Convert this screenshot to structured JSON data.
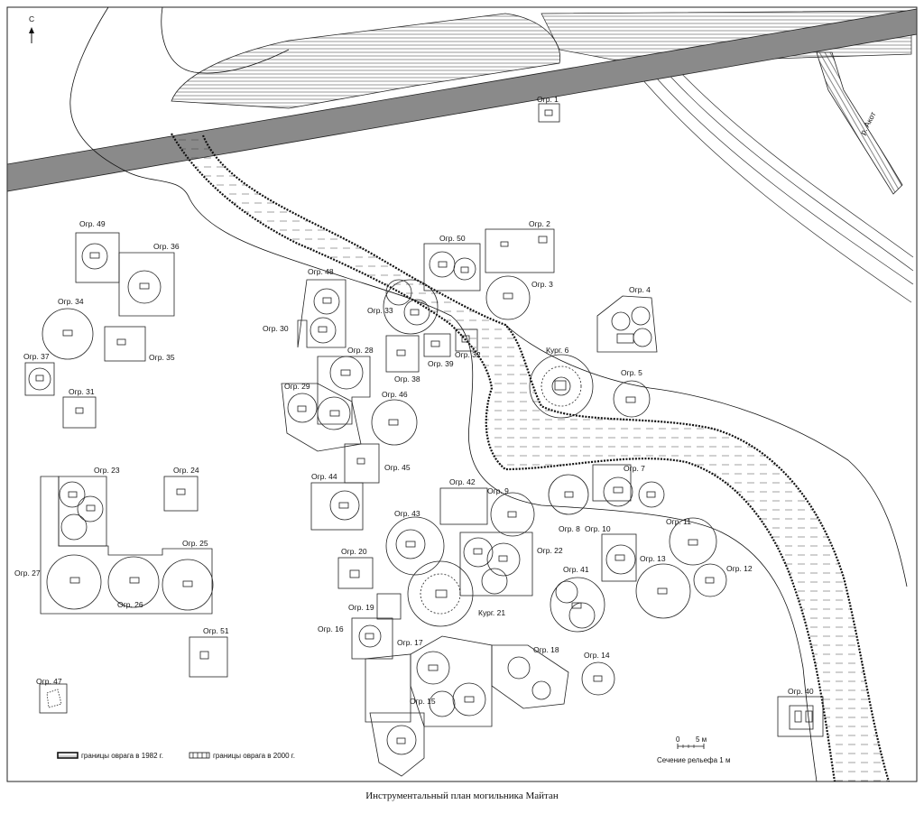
{
  "caption": "Инструментальный план могильника Майтан",
  "north": "С",
  "river": "р. Акот",
  "legend": {
    "gully_1982": "границы оврага в 1982 г.",
    "gully_2000": "границы оврага в 2000 г."
  },
  "scale": {
    "zero": "0",
    "five": "5 м",
    "relief": "Сечение рельефа 1 м"
  },
  "features": {
    "ogr1": "Огр. 1",
    "ogr2": "Огр. 2",
    "ogr3": "Огр. 3",
    "ogr4": "Огр. 4",
    "ogr5": "Огр. 5",
    "kurg6": "Кург. 6",
    "ogr7": "Огр. 7",
    "ogr8": "Огр. 8",
    "ogr9": "Огр. 9",
    "ogr10": "Огр. 10",
    "ogr11": "Огр. 11",
    "ogr12": "Огр. 12",
    "ogr13": "Огр. 13",
    "ogr14": "Огр. 14",
    "ogr15": "Огр. 15",
    "ogr16": "Огр. 16",
    "ogr17": "Огр. 17",
    "ogr18": "Огр. 18",
    "ogr19": "Огр. 19",
    "ogr20": "Огр. 20",
    "kurg21": "Кург. 21",
    "ogr22": "Огр. 22",
    "ogr23": "Огр. 23",
    "ogr24": "Огр. 24",
    "ogr25": "Огр. 25",
    "ogr26": "Огр. 26",
    "ogr27": "Огр. 27",
    "ogr28": "Огр. 28",
    "ogr29": "Огр. 29",
    "ogr30": "Огр. 30",
    "ogr31": "Огр. 31",
    "ogr32": "Огр. 32",
    "ogr33": "Огр. 33",
    "ogr34": "Огр. 34",
    "ogr35": "Огр. 35",
    "ogr36": "Огр. 36",
    "ogr37": "Огр. 37",
    "ogr38": "Огр. 38",
    "ogr39": "Огр. 39",
    "ogr40": "Огр. 40",
    "ogr41": "Огр. 41",
    "ogr42": "Огр. 42",
    "ogr43": "Огр. 43",
    "ogr44": "Огр. 44",
    "ogr45": "Огр. 45",
    "ogr46": "Огр. 46",
    "ogr47": "Огр. 47",
    "ogr48": "Огр. 48",
    "ogr49": "Огр. 49",
    "ogr50": "Огр. 50",
    "ogr51": "Огр. 51"
  },
  "colors": {
    "road": "#8a8a8a",
    "ink": "#111111"
  }
}
